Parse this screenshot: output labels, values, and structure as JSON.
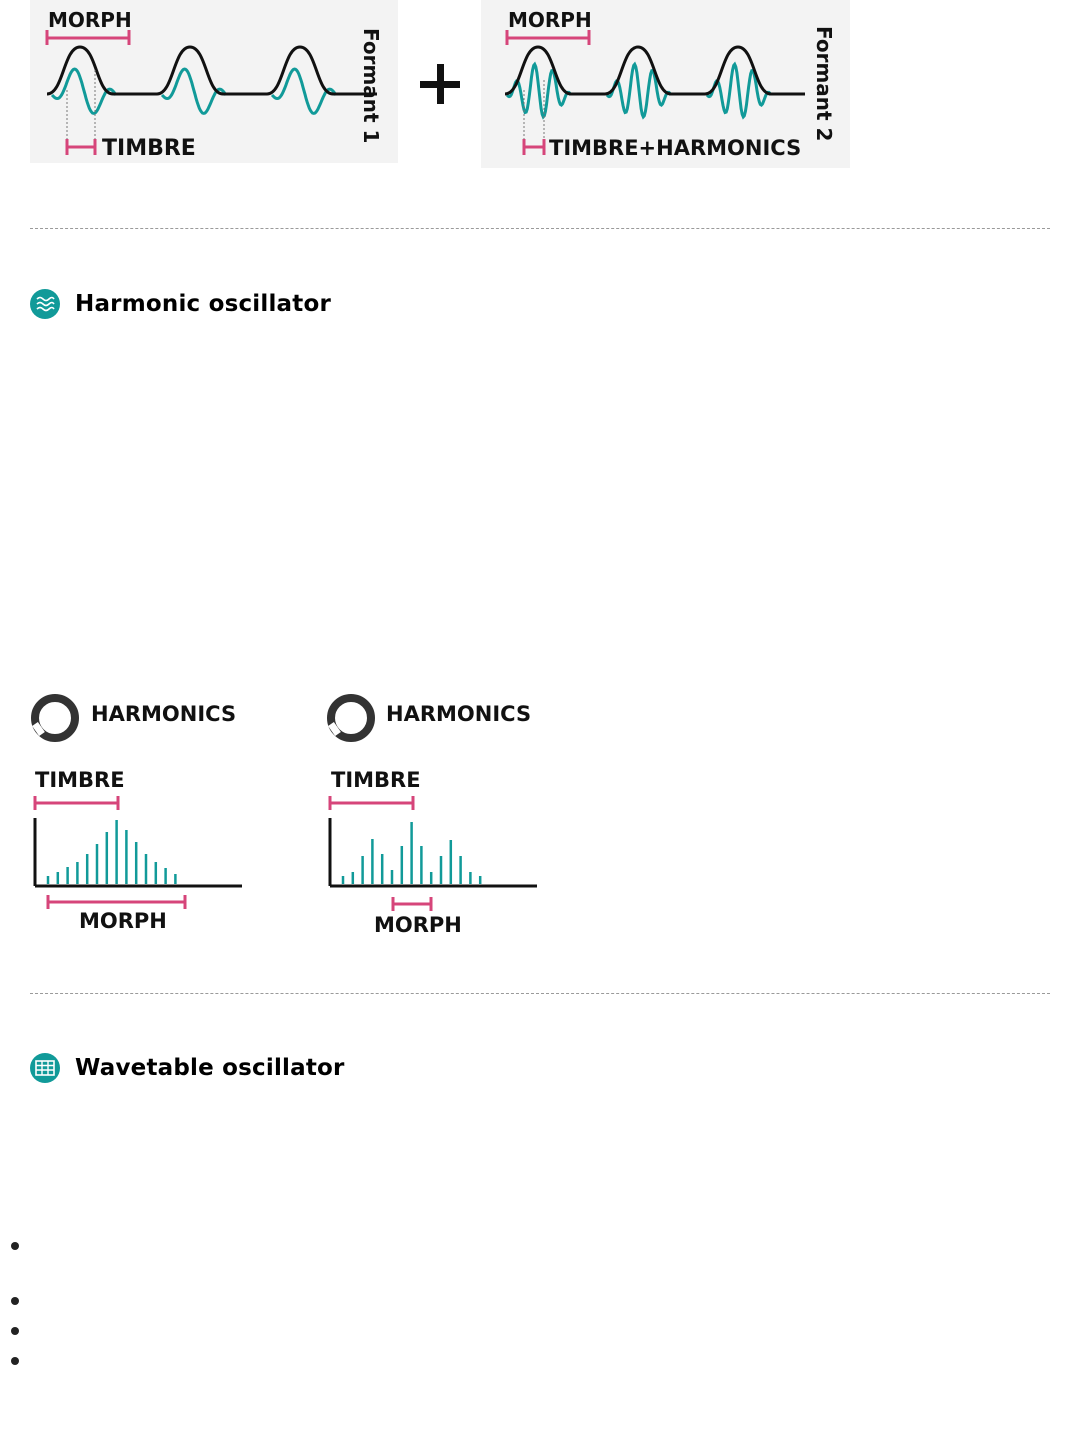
{
  "colors": {
    "accent": "#119a99",
    "marker": "#d6457a",
    "ink": "#111111",
    "panel": "#f3f3f3"
  },
  "formant_figure": {
    "left": {
      "morph": "MORPH",
      "timbre": "TIMBRE",
      "side_label": "Formant 1"
    },
    "plus": "+",
    "right": {
      "morph": "MORPH",
      "timbre": "TIMBRE+HARMONICS",
      "side_label": "Formant 2"
    }
  },
  "sections": [
    {
      "title": "Harmonic oscillator",
      "icon": "wave-lines-icon"
    },
    {
      "title": "Wavetable oscillator",
      "icon": "grid-table-icon"
    }
  ],
  "harmonic_figure": {
    "left": {
      "harmonics": "HARMONICS",
      "timbre": "TIMBRE",
      "morph": "MORPH"
    },
    "right": {
      "harmonics": "HARMONICS",
      "timbre": "TIMBRE",
      "morph": "MORPH"
    }
  }
}
